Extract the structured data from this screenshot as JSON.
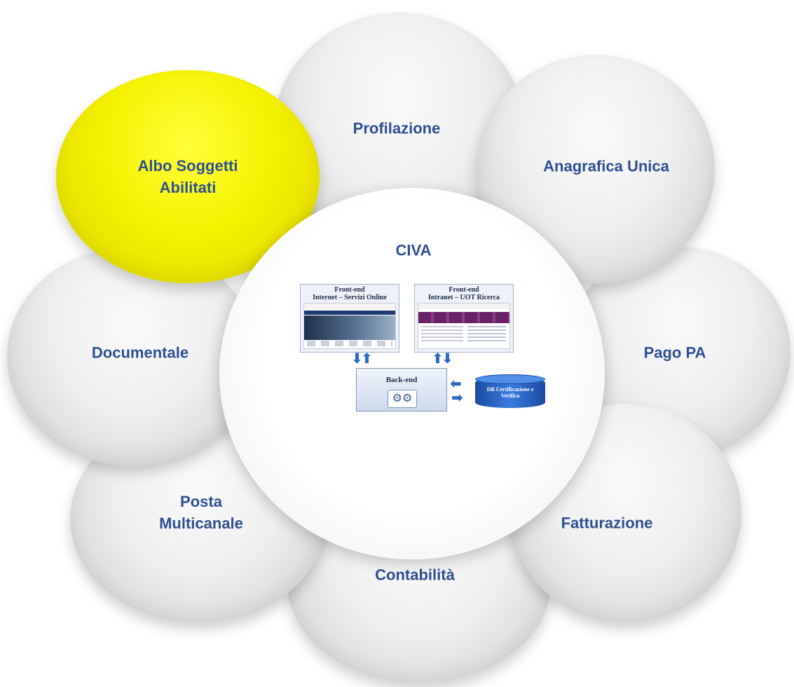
{
  "center": {
    "title": "CIVA",
    "frontend_internet": {
      "line1": "Front-end",
      "line2": "Internet – Servizi Online"
    },
    "frontend_intranet": {
      "line1": "Front-end",
      "line2": "Intranet – UOT Ricerca"
    },
    "backend": "Back-end",
    "database": {
      "line1": "DB Certificazione e",
      "line2": "Verifica"
    }
  },
  "petals": [
    {
      "lines": [
        "Profilazione"
      ],
      "highlight": false
    },
    {
      "lines": [
        "Anagrafica Unica"
      ],
      "highlight": false
    },
    {
      "lines": [
        "Albo Soggetti",
        "Abilitati"
      ],
      "highlight": true
    },
    {
      "lines": [
        "Documentale"
      ],
      "highlight": false
    },
    {
      "lines": [
        "Pago PA"
      ],
      "highlight": false
    },
    {
      "lines": [
        "Posta",
        "Multicanale"
      ],
      "highlight": false
    },
    {
      "lines": [
        "Fatturazione"
      ],
      "highlight": false
    },
    {
      "lines": [
        "Contabilità"
      ],
      "highlight": false
    }
  ],
  "colors": {
    "label": "#2f4f94",
    "highlight": "#f2ef00",
    "petal": "#e6e6e6",
    "arrow": "#2d6bc4"
  }
}
